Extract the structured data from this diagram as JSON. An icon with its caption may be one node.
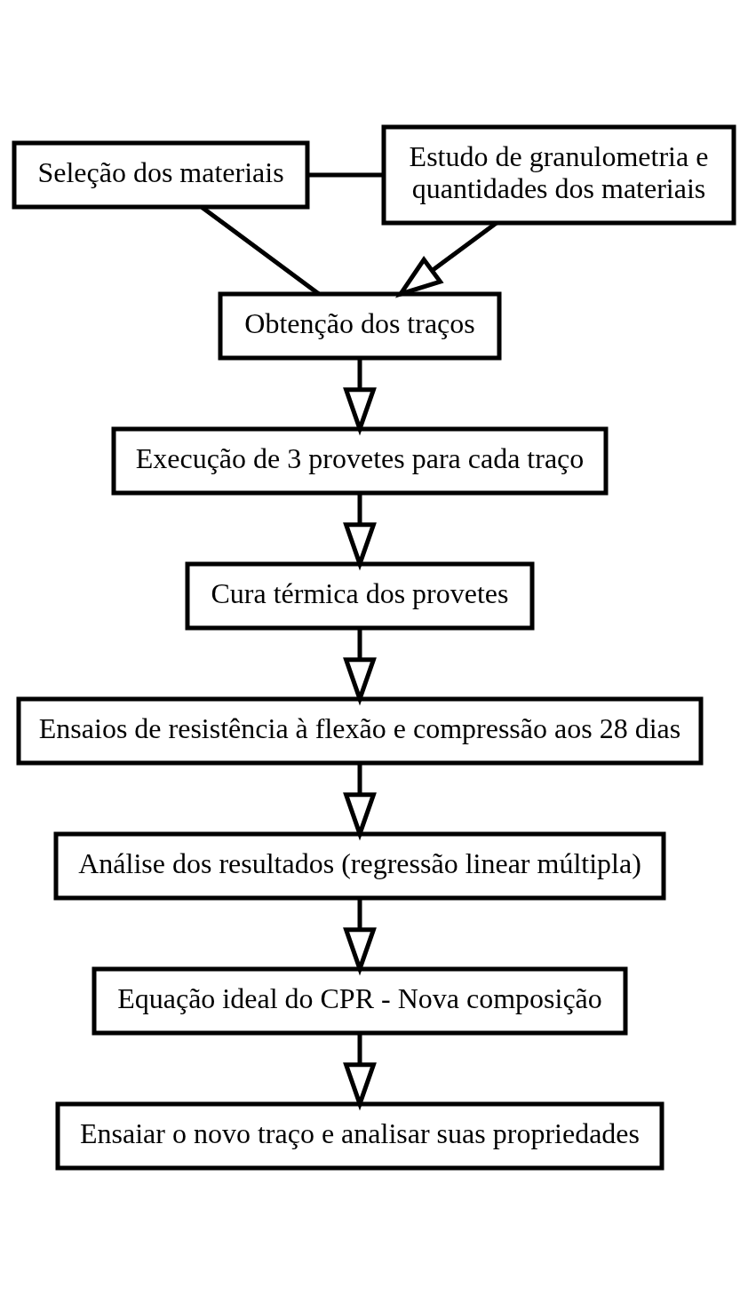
{
  "diagram": {
    "nodes": [
      {
        "text": [
          "Seleção dos materiais"
        ]
      },
      {
        "text": [
          "Estudo de granulometria e quantidades dos materiais"
        ]
      },
      {
        "text": [
          "Obtenção dos traços"
        ]
      },
      {
        "text": [
          "Execução de 3 provetes para cada traço"
        ]
      },
      {
        "text": [
          "Cura térmica dos provetes"
        ]
      },
      {
        "text": [
          "Ensaios de resistência à flexão e compressão aos 28 dias"
        ]
      },
      {
        "text": [
          "Análise dos resultados (regressão linear múltipla)"
        ]
      },
      {
        "text": [
          "Equação ideal do CPR - Nova composição"
        ]
      },
      {
        "text": [
          "Ensaiar o novo traço e analisar suas propriedades"
        ]
      }
    ],
    "edges": [
      {
        "from": 0,
        "to": 1,
        "arrow": "none"
      },
      {
        "from": 0,
        "to": 2,
        "arrow": "none"
      },
      {
        "from": 1,
        "to": 2,
        "arrow": "to"
      },
      {
        "from": 2,
        "to": 3,
        "arrow": "to"
      },
      {
        "from": 3,
        "to": 4,
        "arrow": "to"
      },
      {
        "from": 4,
        "to": 5,
        "arrow": "to"
      },
      {
        "from": 5,
        "to": 6,
        "arrow": "to"
      },
      {
        "from": 6,
        "to": 7,
        "arrow": "to"
      },
      {
        "from": 7,
        "to": 8,
        "arrow": "to"
      }
    ]
  }
}
